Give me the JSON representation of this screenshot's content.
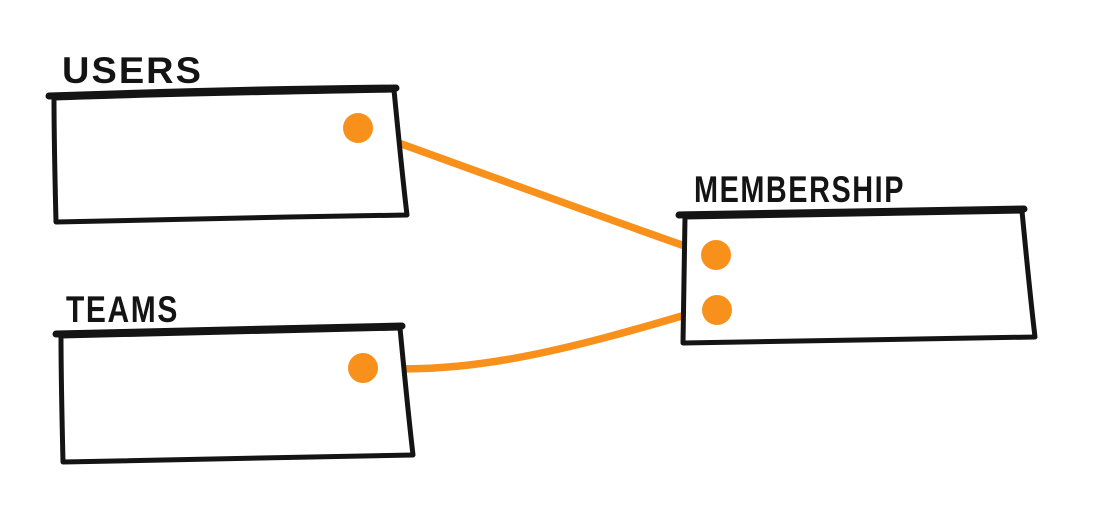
{
  "diagram": {
    "title": "users-teams-membership relationship sketch",
    "background_color": "#ffffff",
    "stroke_color": "#141414",
    "accent_color": "#F8911C",
    "entities": [
      {
        "id": "users",
        "label": "USERS"
      },
      {
        "id": "teams",
        "label": "TEAMS"
      },
      {
        "id": "membership",
        "label": "MEMBERSHIP"
      }
    ],
    "relations": [
      {
        "from": "users",
        "to": "membership"
      },
      {
        "from": "teams",
        "to": "membership"
      }
    ]
  }
}
